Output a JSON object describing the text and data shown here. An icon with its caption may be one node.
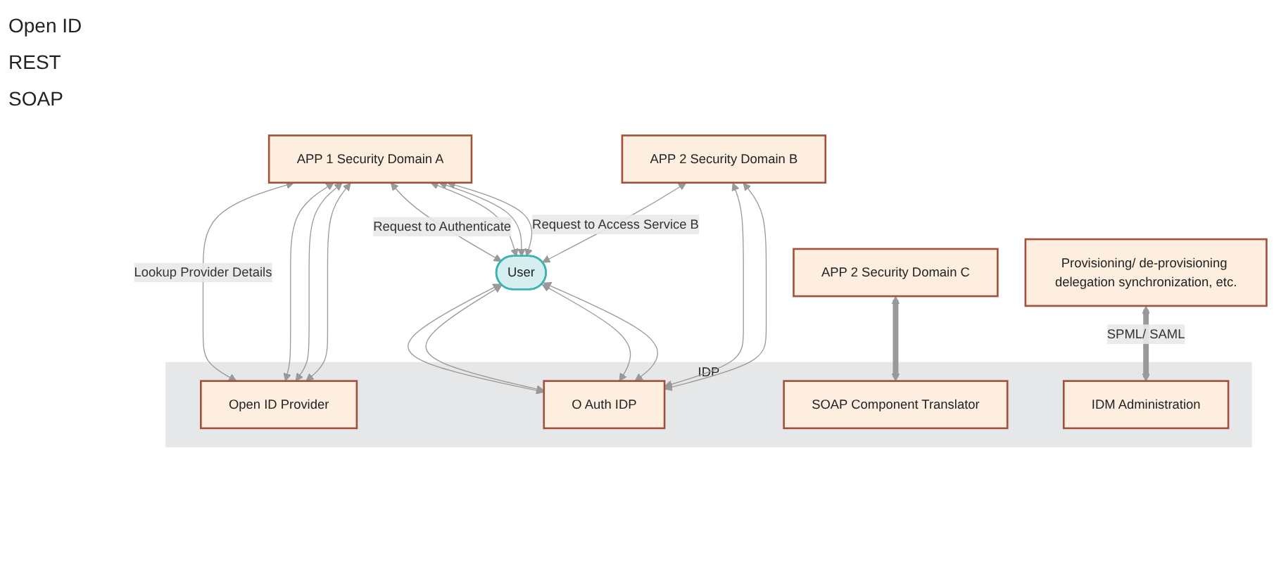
{
  "diagram": {
    "nodes": [
      {
        "text": [
          "APP 1 Security Domain A"
        ]
      },
      {
        "text": [
          "User"
        ]
      },
      {
        "text": [
          "APP 2 Security Domain B"
        ]
      },
      {
        "text": [
          "IDP"
        ]
      },
      {
        "text": [
          "Open ID Provider"
        ],
        "in": 3
      },
      {
        "text": [
          "O Auth IDP"
        ],
        "in": 3
      },
      {
        "text": [
          "SOAP Component Translator"
        ],
        "in": 3
      },
      {
        "text": [
          "IDM Administration"
        ],
        "in": 3
      },
      {
        "text": [
          "APP 2 Security Domain C"
        ]
      },
      {
        "text": [
          "Provisioning/ de-provisioning delegation synchronization, etc."
        ]
      }
    ],
    "edges": [
      {
        "from": 0,
        "to": 1,
        "arrow": "both",
        "label": "Request to Authenticate"
      },
      {
        "from": 0,
        "to": 1,
        "arrow": "both"
      },
      {
        "from": 0,
        "to": 1,
        "arrow": "both"
      },
      {
        "from": 0,
        "to": 1,
        "arrow": "both"
      },
      {
        "from": 0,
        "to": 4,
        "arrow": "both",
        "label": "Lookup Provider Details"
      },
      {
        "from": 0,
        "to": 4,
        "arrow": "both"
      },
      {
        "from": 0,
        "to": 4,
        "arrow": "both"
      },
      {
        "from": 0,
        "to": 4,
        "arrow": "both"
      },
      {
        "from": 1,
        "to": 5,
        "arrow": "both"
      },
      {
        "from": 1,
        "to": 5,
        "arrow": "both"
      },
      {
        "from": 1,
        "to": 5,
        "arrow": "both"
      },
      {
        "from": 1,
        "to": 5,
        "arrow": "both"
      },
      {
        "from": 2,
        "to": 1,
        "arrow": "both",
        "label": "Request to Access Service B"
      },
      {
        "from": 2,
        "to": 5,
        "arrow": "both"
      },
      {
        "from": 2,
        "to": 5,
        "arrow": "both"
      },
      {
        "from": 8,
        "to": 6,
        "arrow": "both",
        "style": "thick"
      },
      {
        "from": 9,
        "to": 7,
        "arrow": "both",
        "style": "thick",
        "label": "SPML/ SAML"
      }
    ],
    "labels": [
      "Open ID",
      "REST",
      "SOAP"
    ]
  }
}
